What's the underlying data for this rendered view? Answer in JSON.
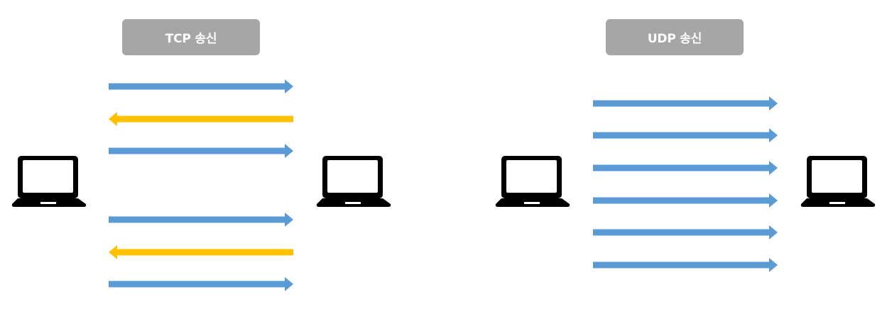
{
  "colors": {
    "label_bg": "#a6a6a6",
    "label_text": "#ffffff",
    "data_arrow": "#5b9bd5",
    "ack_arrow": "#ffc000",
    "laptop": "#000000"
  },
  "tcp": {
    "title": "TCP 송신",
    "arrows": [
      "forward",
      "backward",
      "forward",
      "forward",
      "backward",
      "forward"
    ]
  },
  "udp": {
    "title": "UDP 송신",
    "arrows": [
      "forward",
      "forward",
      "forward",
      "forward",
      "forward",
      "forward"
    ]
  },
  "icons": {
    "sender": "laptop-icon",
    "receiver": "laptop-icon"
  }
}
